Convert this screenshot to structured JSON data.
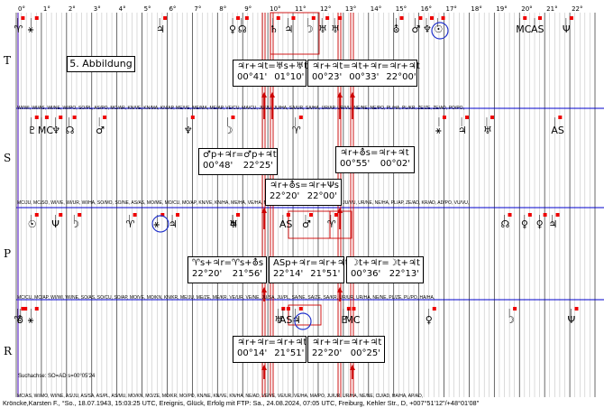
{
  "chart_data": {
    "type": "timeline",
    "x": {
      "ticks": [
        "0°",
        "1°",
        "2°",
        "3°",
        "4°",
        "5°",
        "6°",
        "7°",
        "8°",
        "9°",
        "10°",
        "11°",
        "12°",
        "13°",
        "14°",
        "15°",
        "16°",
        "17°",
        "18°",
        "19°",
        "20°",
        "21°",
        "22°"
      ],
      "range": [
        0,
        23
      ]
    },
    "title": "5. Abbildung",
    "rows": [
      {
        "id": "T",
        "label": "T",
        "glyphs": [
          {
            "sym": "♈",
            "pos": 0.05
          },
          {
            "sym": "⚹",
            "pos": 0.6
          },
          {
            "sym": "♃",
            "pos": 5.7
          },
          {
            "sym": "♀",
            "pos": 8.6
          },
          {
            "sym": "☊",
            "pos": 8.95
          },
          {
            "sym": "♄",
            "pos": 10.2
          },
          {
            "sym": "♃",
            "pos": 10.8
          },
          {
            "sym": "☽",
            "pos": 11.6
          },
          {
            "sym": "♅",
            "pos": 12.15
          },
          {
            "sym": "♅",
            "pos": 12.65
          },
          {
            "sym": "⛢",
            "pos": 15.1
          },
          {
            "sym": "♂",
            "pos": 15.85
          },
          {
            "sym": "♆",
            "pos": 16.3
          },
          {
            "sym": "☉",
            "pos": 16.75
          },
          {
            "sym": "MC",
            "pos": 20.0
          },
          {
            "sym": "AS",
            "pos": 20.6
          },
          {
            "sym": "Ψ",
            "pos": 21.85
          }
        ],
        "codes": "WI/WI, WI/AS, WI/NE, WI/PO, SO/PL, AS/PO, MO/AR, KN/VE, KN/MA, KN/AP, ME/VE, ME/MA, ME/AP, VE/CU, MA/CU, JU/JU, JU/HA, SA/UR, SA/HA, UR/AP, UR/VU, NE/NE, NE/PO, PL/HA, PL/KR, ZE/ZE, ZE/AD, PO/PO,",
        "boxes": [
          {
            "line1": "♃r+♃t=♅s+♅t",
            "t1": "00°41'",
            "t2": "01°10'"
          },
          {
            "line1": "♃r+♃t=♃t+♃r=♃r+♃t",
            "t1": "00°23'",
            "t2": "00°33'",
            "t3": "22°00'"
          }
        ]
      },
      {
        "id": "S",
        "label": "S",
        "glyphs": [
          {
            "sym": "♇",
            "pos": 0.6
          },
          {
            "sym": "MC",
            "pos": 1.0
          },
          {
            "sym": "♆",
            "pos": 1.55
          },
          {
            "sym": "☊",
            "pos": 2.1
          },
          {
            "sym": "♂",
            "pos": 3.3
          },
          {
            "sym": "♆",
            "pos": 6.8
          },
          {
            "sym": "☽",
            "pos": 8.4
          },
          {
            "sym": "♈",
            "pos": 11.1
          },
          {
            "sym": "⚹",
            "pos": 16.8
          },
          {
            "sym": "♃",
            "pos": 17.7
          },
          {
            "sym": "♅",
            "pos": 18.7
          },
          {
            "sym": "AS",
            "pos": 21.4
          }
        ],
        "codes": "MC/JU, MC/SO, WI/VE, WI/UR, WI/HA, SO/MO, SO/NE, AS/AS, MO/ME, MO/CU, MO/AP, KN/VE, KN/HA, ME/HA, VE/HA, MA/MA, MA/AD, JU/JU, JU/SA, JU/PL, JU/VU, UR/NE, NE/HA, PL/AP, ZE/AD, KR/AD, AD/PO, VU/VU,",
        "boxes": [
          {
            "line1": "♃r+⛢s=♃r+♃t",
            "t1": "00°55'",
            "t2": "00°02'"
          },
          {
            "line1": "♂p+♃r=♂p+♃t",
            "t1": "00°48'",
            "t2": "22°25'"
          },
          {
            "line1": "♃r+⛢s=♃r+Ψs",
            "t1": "22°20'",
            "t2": "22°00'"
          }
        ]
      },
      {
        "id": "P",
        "label": "P",
        "glyphs": [
          {
            "sym": "☉",
            "pos": 0.6
          },
          {
            "sym": "Ψ",
            "pos": 1.55
          },
          {
            "sym": "☽",
            "pos": 2.3
          },
          {
            "sym": "♈",
            "pos": 4.5
          },
          {
            "sym": "⚹",
            "pos": 5.6
          },
          {
            "sym": "♃",
            "pos": 6.2
          },
          {
            "sym": "♃",
            "pos": 8.6
          },
          {
            "sym": "♅",
            "pos": 8.6
          },
          {
            "sym": "AS",
            "pos": 10.6
          },
          {
            "sym": "♂",
            "pos": 11.5
          },
          {
            "sym": "♈",
            "pos": 12.5
          },
          {
            "sym": "☊",
            "pos": 19.4
          },
          {
            "sym": "♀",
            "pos": 20.2
          },
          {
            "sym": "♀",
            "pos": 20.8
          },
          {
            "sym": "♃",
            "pos": 21.3
          }
        ],
        "codes": "MC/CU, MC/AP, WI/WI, WI/NE, SO/AS, SO/CU, SO/AP, MO/VE, MO/KN, KN/KR, ME/JU, ME/ZE, ME/KR, VE/UR, VE/NE, JU/SA, JU/PL, SA/NE, SA/ZE, SA/KR, UR/UR, UR/HA, NE/NE, PL/ZE, PL/PO, HA/HA,",
        "boxes": [
          {
            "line1": "♈s+♃r=♈s+⛢s",
            "t1": "22°20'",
            "t2": "21°56'"
          },
          {
            "line1": "ASp+♃r=♃r+♃t",
            "t1": "22°14'",
            "t2": "21°51'"
          },
          {
            "line1": "☽t+♃r=☽t+♃t",
            "t1": "00°36'",
            "t2": "22°13'"
          }
        ]
      },
      {
        "id": "R",
        "label": "R",
        "glyphs": [
          {
            "sym": "♈",
            "pos": 0.05
          },
          {
            "sym": "⛢",
            "pos": 0.15
          },
          {
            "sym": "⚹",
            "pos": 0.6
          },
          {
            "sym": "♅",
            "pos": 10.4
          },
          {
            "sym": "AS",
            "pos": 10.6
          },
          {
            "sym": "♃",
            "pos": 11.1
          },
          {
            "sym": "♇",
            "pos": 13.0
          },
          {
            "sym": "MC",
            "pos": 13.2
          },
          {
            "sym": "♀",
            "pos": 16.4
          },
          {
            "sym": "☽",
            "pos": 19.6
          },
          {
            "sym": "Ψ",
            "pos": 22.05
          }
        ],
        "codes": "MC/AS, WI/MO, WI/NE, AS/JU, AS/SA, AS/PL, AS/MU, MO/KN, MO/ZE, MO/KR, MO/PO, KN/NE, KN/VE, KN/HA, NE/AD, VE/VE, VE/UR, VE/HA, MA/PO, JU/UR, UR/HA, NE/NE, CU/AD, HA/HA, AP/AD,",
        "boxes": [
          {
            "line1": "♃r+♃r=♃r+♃t",
            "t1": "00°14'",
            "t2": "21°51'"
          },
          {
            "line1": "♃r+♃r=♃r+♃t",
            "t1": "22°20'",
            "t2": "00°25'"
          }
        ]
      }
    ],
    "note": "Suchachse: SO=AD s=00°05'24",
    "footer": "Kröncke,Karsten F., °So., 18.07.1943, 15:03:25 UTC, Ereignis, Glück, Erfolg mit FTP: Sa., 24.08.2024, 07:05 UTC, Freiburg, Kehler Str., D, +007°51'12\"/+48°01'08\""
  },
  "colors": {
    "grid": "#999999",
    "grid_major": "#444444",
    "separator": "#0000cc",
    "highlight": "#cc0000",
    "marker": "#ee0000",
    "circle": "#2233cc"
  }
}
